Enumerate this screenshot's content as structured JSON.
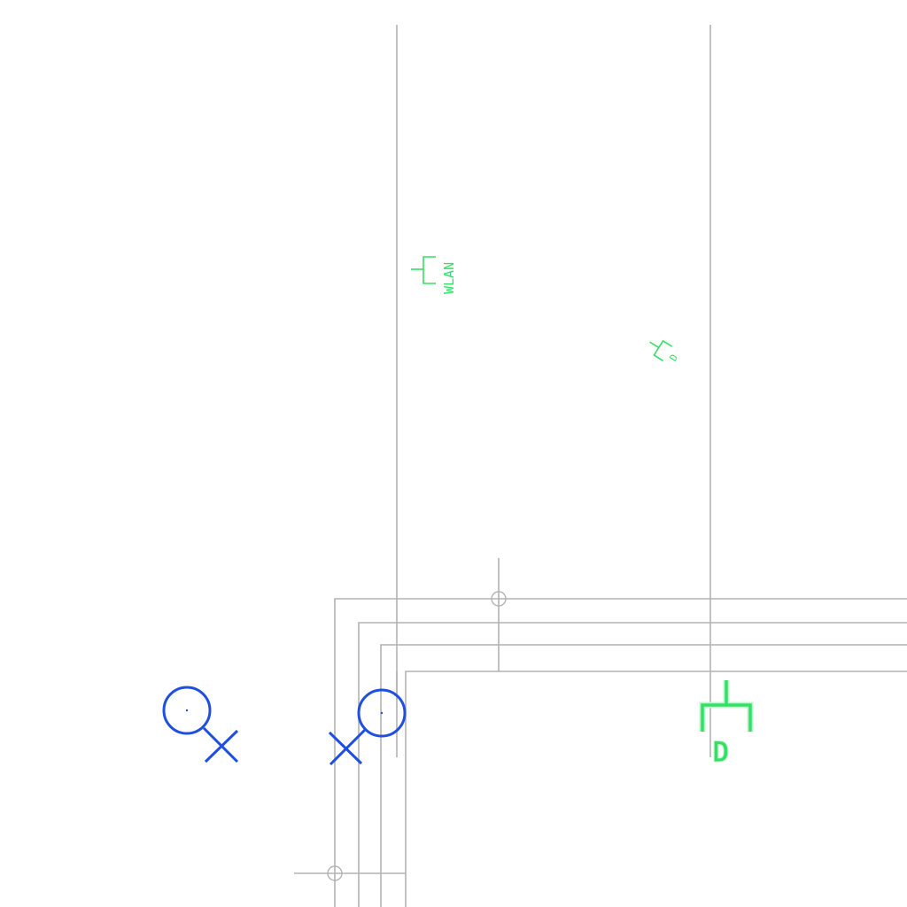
{
  "symbols": {
    "wlan_outlet": {
      "label": "WLAN",
      "icon": "network-outlet-icon"
    },
    "data_outlet_small": {
      "label": "D",
      "icon": "data-outlet-icon"
    },
    "data_outlet_large": {
      "label": "D",
      "icon": "data-outlet-icon"
    },
    "ceiling_lights": [
      {
        "icon": "ceiling-light-icon"
      },
      {
        "icon": "ceiling-light-icon"
      }
    ]
  },
  "colors": {
    "walls": "#b3b3b3",
    "lighting": "#1f4fe0",
    "data": "#33e066"
  }
}
